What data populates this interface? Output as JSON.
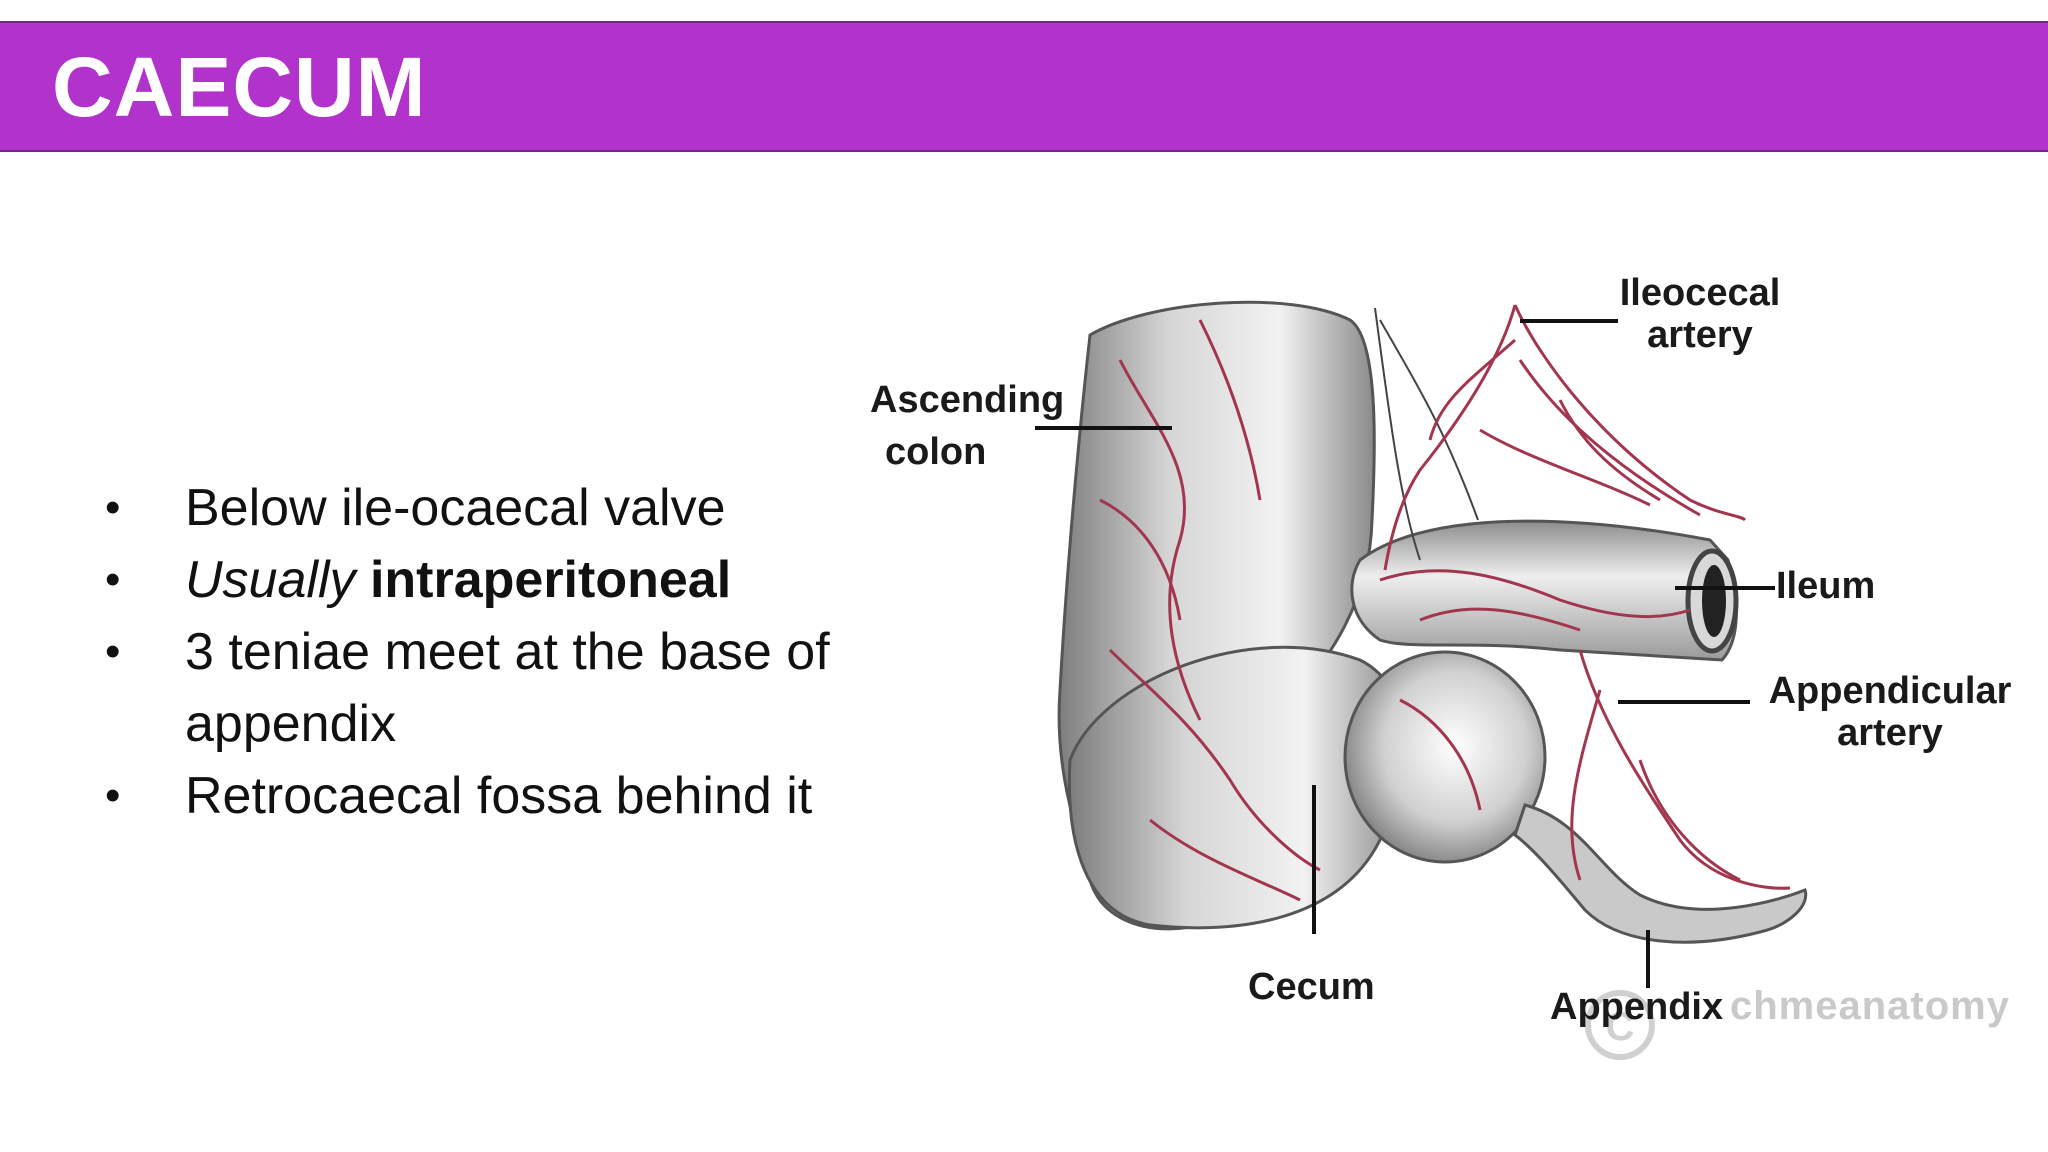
{
  "slide": {
    "title": "CAECUM",
    "bullets": [
      {
        "plain_before": "",
        "italic": "",
        "bold": "",
        "plain_after": "Below ile-ocaecal valve"
      },
      {
        "plain_before": "",
        "italic": "Usually",
        "bold": "intraperitoneal",
        "plain_after": ""
      },
      {
        "plain_before": "",
        "italic": "",
        "bold": "",
        "plain_after": "3 teniae meet at the base of appendix"
      },
      {
        "plain_before": "",
        "italic": "",
        "bold": "",
        "plain_after": "Retrocaecal fossa behind it"
      }
    ],
    "bullet_symbol": "•"
  },
  "diagram": {
    "labels": {
      "ileocecal_artery_1": "Ileocecal",
      "ileocecal_artery_2": "artery",
      "ascending_colon_1": "Ascending",
      "ascending_colon_2": "colon",
      "ileum": "Ileum",
      "appendicular_artery_1": "Appendicular",
      "appendicular_artery_2": "artery",
      "cecum": "Cecum",
      "appendix": "Appendix"
    },
    "watermark": "chmeanatomy"
  },
  "colors": {
    "title_bar": "#b133cc",
    "vessel": "#a3364f"
  }
}
